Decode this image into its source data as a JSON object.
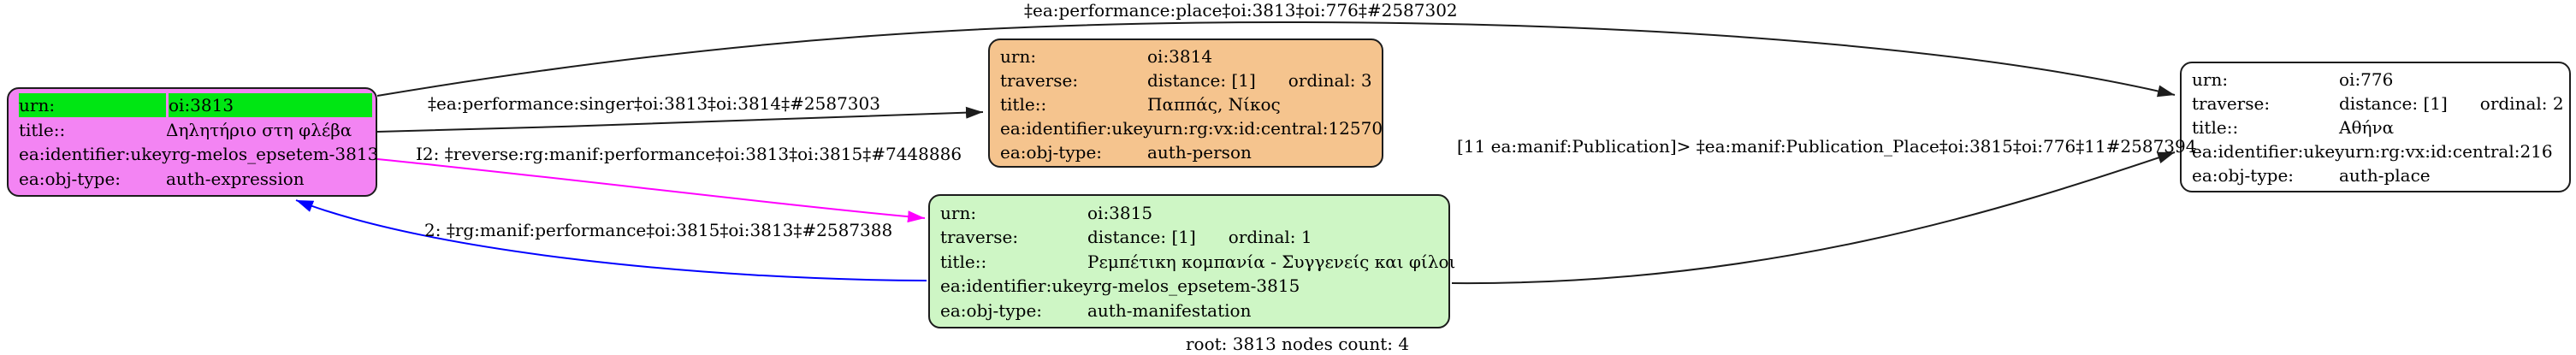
{
  "graph": {
    "root_label": "root: 3813 nodes count: 4"
  },
  "colors": {
    "expression_fill": "#f384f3",
    "highlight_fill": "#00e613",
    "person_fill": "#f5c48e",
    "manifestation_fill": "#cef6c5",
    "place_fill": "#ffffff",
    "edge_black": "#1c1c1c",
    "edge_magenta": "#ff00ff",
    "edge_blue": "#0000ff"
  },
  "nodes": {
    "n3813": {
      "rows": [
        {
          "label": "urn:",
          "value": "oi:3813"
        },
        {
          "label": "title::",
          "value": "Δηλητήριο στη φλέβα"
        },
        {
          "label": "ea:identifier:ukey",
          "value": "rg-melos_epsetem-3813"
        },
        {
          "label": "ea:obj-type:",
          "value": "auth-expression"
        }
      ]
    },
    "n3814": {
      "rows": [
        {
          "label": "urn:",
          "value": "oi:3814"
        },
        {
          "label": "traverse:",
          "value": "distance: [1]",
          "value2": "ordinal: 3"
        },
        {
          "label": "title::",
          "value": "Παππάς, Νίκος"
        },
        {
          "label": "ea:identifier:ukey",
          "value": "urn:rg:vx:id:central:12570"
        },
        {
          "label": "ea:obj-type:",
          "value": "auth-person"
        }
      ]
    },
    "n3815": {
      "rows": [
        {
          "label": "urn:",
          "value": "oi:3815"
        },
        {
          "label": "traverse:",
          "value": "distance: [1]",
          "value2": "ordinal: 1"
        },
        {
          "label": "title::",
          "value": "Ρεμπέτικη κομπανία - Συγγενείς και φίλοι"
        },
        {
          "label": "ea:identifier:ukey",
          "value": "rg-melos_epsetem-3815"
        },
        {
          "label": "ea:obj-type:",
          "value": "auth-manifestation"
        }
      ]
    },
    "n776": {
      "rows": [
        {
          "label": "urn:",
          "value": "oi:776"
        },
        {
          "label": "traverse:",
          "value": "distance: [1]",
          "value2": "ordinal: 2"
        },
        {
          "label": "title::",
          "value": "Αθήνα"
        },
        {
          "label": "ea:identifier:ukey",
          "value": "urn:rg:vx:id:central:216"
        },
        {
          "label": "ea:obj-type:",
          "value": "auth-place"
        }
      ]
    }
  },
  "edges": [
    {
      "name": "performance-place",
      "label": "‡ea:performance:place‡oi:3813‡oi:776‡#2587302",
      "color": "#1c1c1c"
    },
    {
      "name": "performance-singer",
      "label": "‡ea:performance:singer‡oi:3813‡oi:3814‡#2587303",
      "color": "#1c1c1c"
    },
    {
      "name": "reverse-manif-performance",
      "label": "I2: ‡reverse:rg:manif:performance‡oi:3813‡oi:3815‡#7448886",
      "color": "#ff00ff"
    },
    {
      "name": "manif-performance",
      "label": "2: ‡rg:manif:performance‡oi:3815‡oi:3813‡#2587388",
      "color": "#0000ff"
    },
    {
      "name": "manif-publication-place",
      "label": "[11 ea:manif:Publication]> ‡ea:manif:Publication_Place‡oi:3815‡oi:776‡11#2587394",
      "color": "#1c1c1c"
    }
  ]
}
